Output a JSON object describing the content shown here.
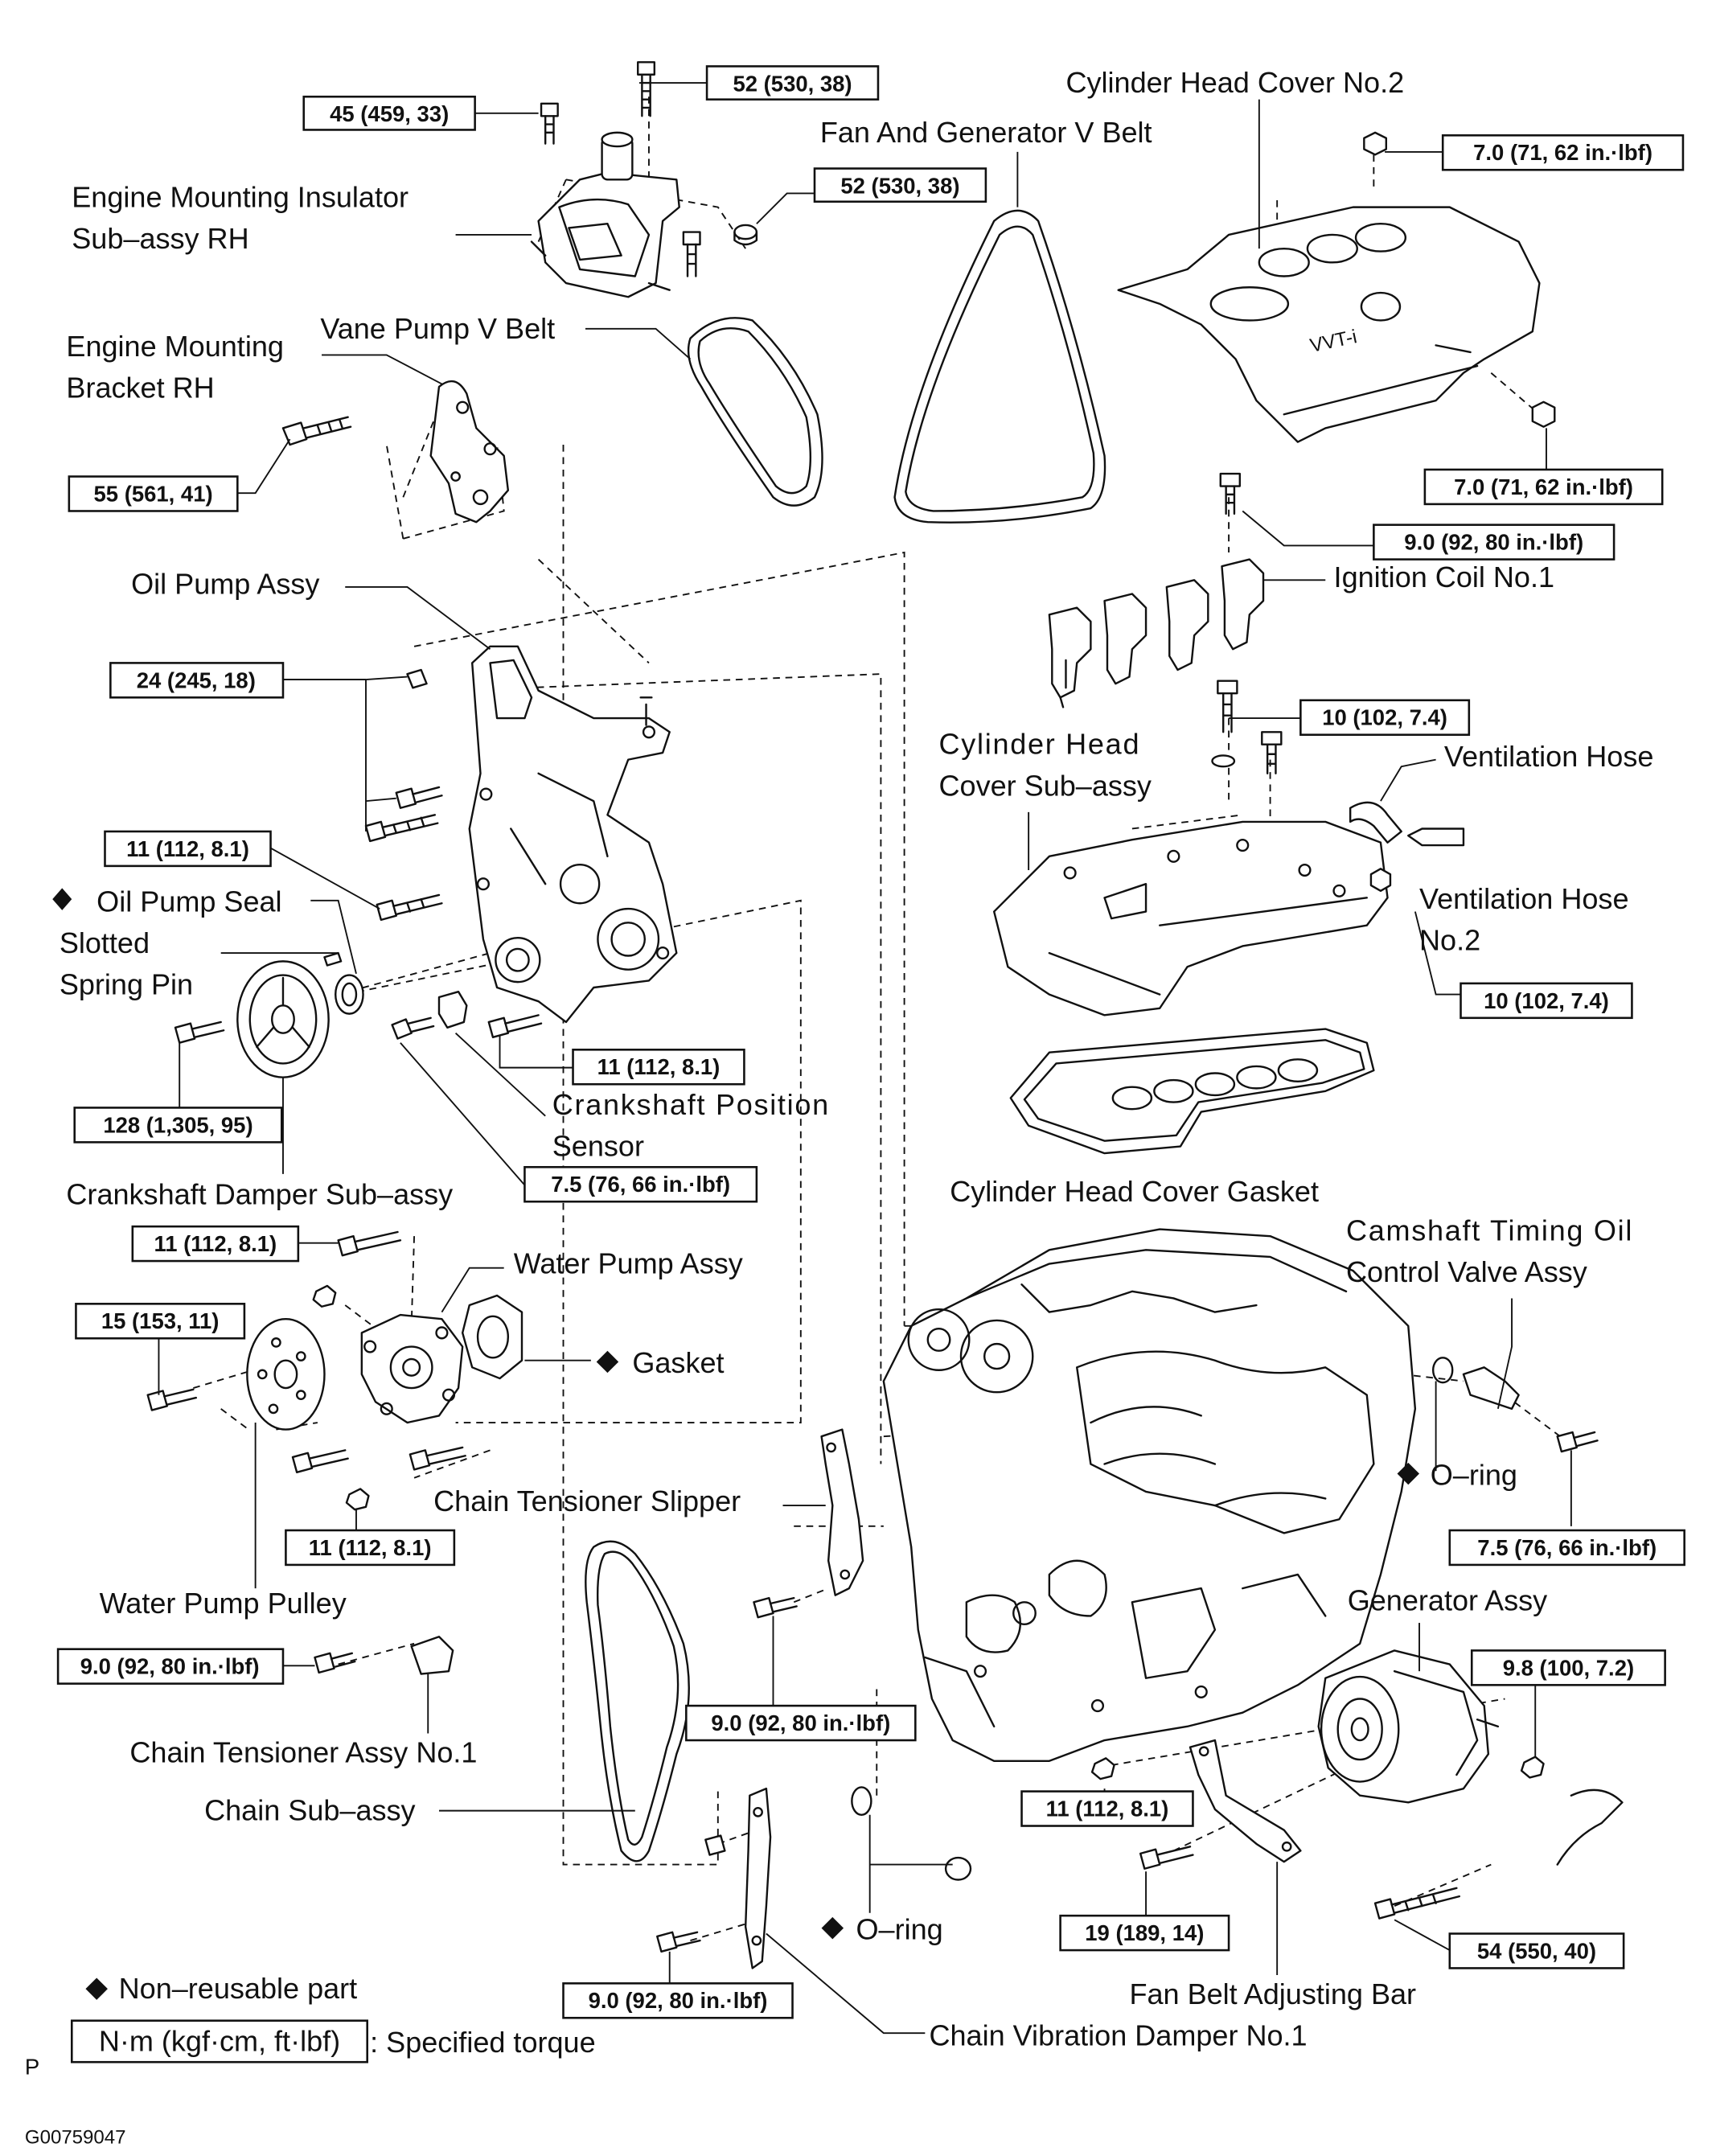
{
  "labels": {
    "cylinder_head_cover_no2": "Cylinder Head Cover No.2",
    "fan_generator_v_belt": "Fan And Generator V Belt",
    "engine_mounting_insulator_1": "Engine Mounting Insulator",
    "engine_mounting_insulator_2": "Sub–assy RH",
    "vane_pump_v_belt": "Vane Pump V Belt",
    "engine_mounting_bracket_1": "Engine Mounting",
    "engine_mounting_bracket_2": "Bracket RH",
    "oil_pump_assy": "Oil Pump Assy",
    "ignition_coil_no1": "Ignition Coil No.1",
    "cylinder_head_cover_sub_1": "Cylinder Head",
    "cylinder_head_cover_sub_2": "Cover Sub–assy",
    "ventilation_hose": "Ventilation Hose",
    "ventilation_hose_no2_1": "Ventilation Hose",
    "ventilation_hose_no2_2": "No.2",
    "oil_pump_seal": "Oil Pump Seal",
    "slotted_spring_pin_1": "Slotted",
    "slotted_spring_pin_2": "Spring Pin",
    "crankshaft_position_sensor_1": "Crankshaft Position",
    "crankshaft_position_sensor_2": "Sensor",
    "crankshaft_damper": "Crankshaft Damper Sub–assy",
    "cylinder_head_cover_gasket": "Cylinder Head Cover Gasket",
    "camshaft_timing_1": "Camshaft Timing Oil",
    "camshaft_timing_2": "Control Valve Assy",
    "water_pump_assy": "Water Pump Assy",
    "gasket": "Gasket",
    "o_ring_right": "O–ring",
    "chain_tensioner_slipper": "Chain Tensioner Slipper",
    "water_pump_pulley": "Water Pump Pulley",
    "generator_assy": "Generator Assy",
    "chain_tensioner_assy": "Chain Tensioner Assy No.1",
    "chain_sub_assy": "Chain Sub–assy",
    "o_ring_bottom": "O–ring",
    "fan_belt_adjusting_bar": "Fan Belt Adjusting Bar",
    "chain_vibration_damper": "Chain Vibration Damper No.1"
  },
  "torques": {
    "t_52_top": "52 (530, 38)",
    "t_45": "45 (459, 33)",
    "t_52_mid": "52 (530, 38)",
    "t_70_top": "7.0 (71, 62 in.·lbf)",
    "t_55": "55 (561, 41)",
    "t_70_second": "7.0 (71, 62 in.·lbf)",
    "t_90_coil": "9.0 (92, 80 in.·lbf)",
    "t_24": "24 (245, 18)",
    "t_10_upper": "10 (102, 7.4)",
    "t_11_oilpump": "11 (112, 8.1)",
    "t_10_lower": "10 (102, 7.4)",
    "t_11_mid": "11 (112, 8.1)",
    "t_128": "128 (1,305, 95)",
    "t_75_sensor": "7.5 (76, 66 in.·lbf)",
    "t_11_waterpump_top": "11 (112, 8.1)",
    "t_15": "15 (153, 11)",
    "t_11_waterpump_bottom": "11 (112, 8.1)",
    "t_75_ocv": "7.5 (76, 66 in.·lbf)",
    "t_90_tensioner": "9.0 (92, 80 in.·lbf)",
    "t_98": "9.8 (100, 7.2)",
    "t_90_slipper": "9.0 (92, 80 in.·lbf)",
    "t_11_generator": "11 (112, 8.1)",
    "t_19": "19 (189, 14)",
    "t_54": "54 (550, 40)",
    "t_90_damper": "9.0 (92, 80 in.·lbf)"
  },
  "legend": {
    "non_reusable": "Non–reusable part",
    "unit_box": "N·m (kgf·cm, ft·lbf)",
    "specified_torque": ": Specified torque"
  },
  "footer": {
    "corner_letter": "P",
    "figure_code": "G00759047"
  },
  "logo_text": "VVT-i"
}
